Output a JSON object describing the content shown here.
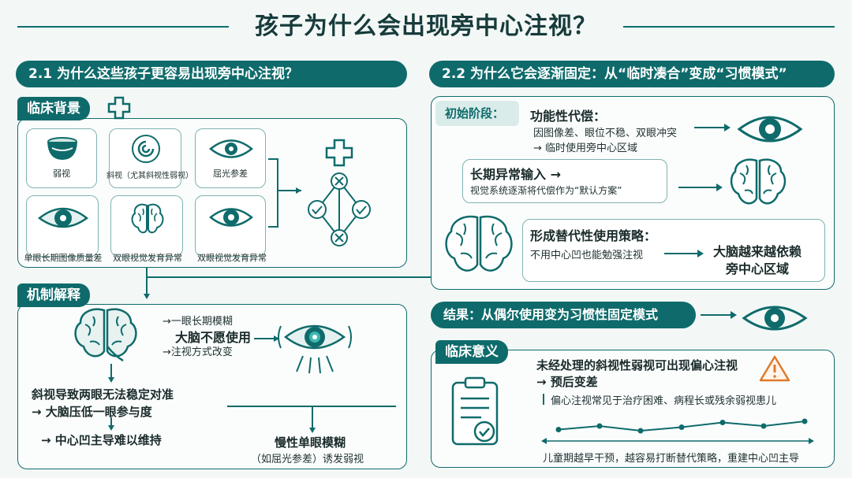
{
  "title": "孩子为什么会出现旁中心注视？",
  "left": {
    "header": "2.1 为什么这些孩子更容易出现旁中心注视？",
    "clinical_tag": "临床背景",
    "cards": [
      {
        "label": "弱视",
        "icon": "bowl-icon"
      },
      {
        "label": "斜视（尤其斜视性弱视）",
        "icon": "spiral-eye-icon"
      },
      {
        "label": "屈光参差",
        "icon": "eye-icon"
      },
      {
        "label": "单眼长期图像质量差",
        "icon": "eye-icon"
      },
      {
        "label": "双眼视觉发育异常",
        "icon": "brain-icon"
      },
      {
        "label": "双眼视觉发育异常",
        "icon": "eye-icon"
      }
    ],
    "mechanism_tag": "机制解释",
    "mech_lines": [
      "一眼长期模糊",
      "大脑不愿使用",
      "注视方式改变"
    ],
    "mech_line_prefix": "→",
    "strab_line1": "斜视导致两眼无法稳定对准",
    "strab_line2": "→ 大脑压低一眼参与度",
    "strab_line3": "→ 中心凹主导难以维持",
    "slow_line1": "慢性单眼模糊",
    "slow_line2": "（如屈光参差）诱发弱视"
  },
  "right": {
    "header": "2.2 为什么它会逐渐固定：从“临时凑合”变成“习惯模式”",
    "initial_tag": "初始阶段：",
    "stage1_title": "功能性代偿：",
    "stage1_line1": "因图像差、眼位不稳、双眼冲突",
    "stage1_line2": "→ 临时使用旁中心区域",
    "stage2_title": "长期异常输入 →",
    "stage2_line": "视觉系统逐渐将代偿作为“默认方案”",
    "stage3_title": "形成替代性使用策略：",
    "stage3_line": "不用中心凹也能勉强注视",
    "stage3_result1": "大脑越来越依赖",
    "stage3_result2": "旁中心区域",
    "result_header": "结果：从偶尔使用变为习惯性固定模式",
    "clinical_sig_tag": "临床意义",
    "sig_line1": "未经处理的斜视性弱视可出现偏心注视",
    "sig_line2": "→ 预后变差",
    "sig_line3": "偏心注视常见于治疗困难、病程长或残余弱视患儿",
    "sig_line4": "儿童期越早干预，越容易打断替代策略，重建中心凹主导",
    "trend_chart": {
      "values": [
        0.35,
        0.5,
        0.3,
        0.45,
        0.65,
        0.5,
        0.7
      ]
    }
  },
  "colors": {
    "accent": "#0f6b6b",
    "warn": "#e07a2a"
  }
}
